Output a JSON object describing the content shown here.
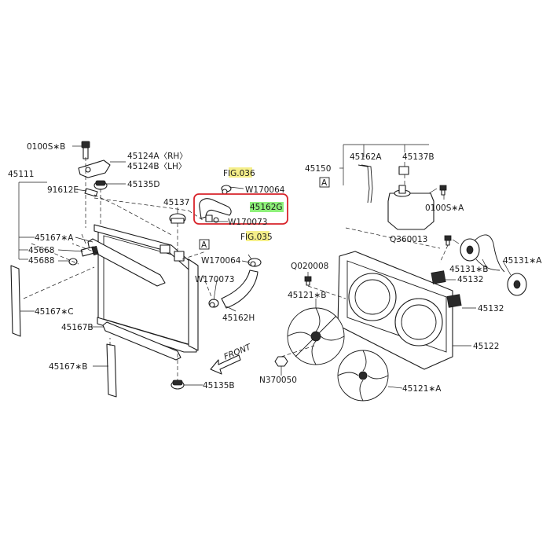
{
  "labels": {
    "p0100s_b": "0100S∗B",
    "p45124a": "45124A〈RH〉",
    "p45124b": "45124B〈LH〉",
    "p45111": "45111",
    "p91612e": "91612E",
    "p45135d": "45135D",
    "fig036": "FIG.036",
    "p45137": "45137",
    "w170064_top": "W170064",
    "p45162g": "45162G",
    "w170073_top": "W170073",
    "fig035": "FIG.035",
    "p45167a": "45167∗A",
    "p45668": "45668",
    "p45688": "45688",
    "w170064_mid": "W170064",
    "w170073_mid": "W170073",
    "p45162h": "45162H",
    "p45167c": "45167∗C",
    "p45167b_plain": "45167B",
    "p45167b_star": "45167∗B",
    "front": "FRONT",
    "p45135b": "45135B",
    "p45162a": "45162A",
    "p45137b": "45137B",
    "p45150": "45150",
    "p0100s_a": "0100S∗A",
    "ref_a1": "A",
    "ref_a2": "A",
    "q360013": "Q360013",
    "q020008": "Q020008",
    "p45131a": "45131∗A",
    "p45131b": "45131∗B",
    "p45132_a": "45132",
    "p45132_b": "45132",
    "p45121b": "45121∗B",
    "p45122": "45122",
    "n370050": "N370050",
    "p45121a": "45121∗A"
  },
  "highlight": {
    "callout_part": "45162G",
    "callout_color": "#d8232a",
    "fig_ref_color": "#f5ef8a",
    "part_color": "#8ef07a"
  }
}
